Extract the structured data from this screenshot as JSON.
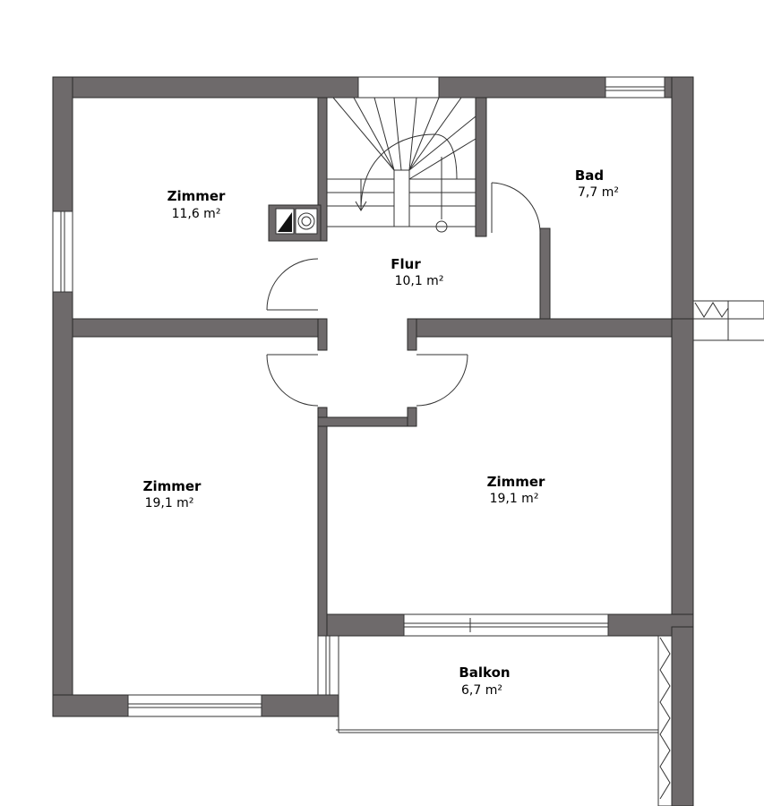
{
  "colors": {
    "wall": "#6e6a6b",
    "wall_stroke": "#2a2a2a",
    "line": "#333333",
    "background": "#ffffff"
  },
  "rooms": [
    {
      "id": "zimmer-top-left",
      "name": "Zimmer",
      "area": "11,6 m²"
    },
    {
      "id": "flur",
      "name": "Flur",
      "area": "10,1 m²"
    },
    {
      "id": "bad",
      "name": "Bad",
      "area": "7,7 m²"
    },
    {
      "id": "zimmer-bottom-left",
      "name": "Zimmer",
      "area": "19,1 m²"
    },
    {
      "id": "zimmer-bottom-right",
      "name": "Zimmer",
      "area": "19,1 m²"
    },
    {
      "id": "balkon",
      "name": "Balkon",
      "area": "6,7 m²"
    }
  ],
  "icons": {
    "staircase": "staircase-icon",
    "chimney": "chimney-icon",
    "door_swing": "door-swing-icon",
    "window": "window-icon",
    "railing": "railing-icon"
  }
}
